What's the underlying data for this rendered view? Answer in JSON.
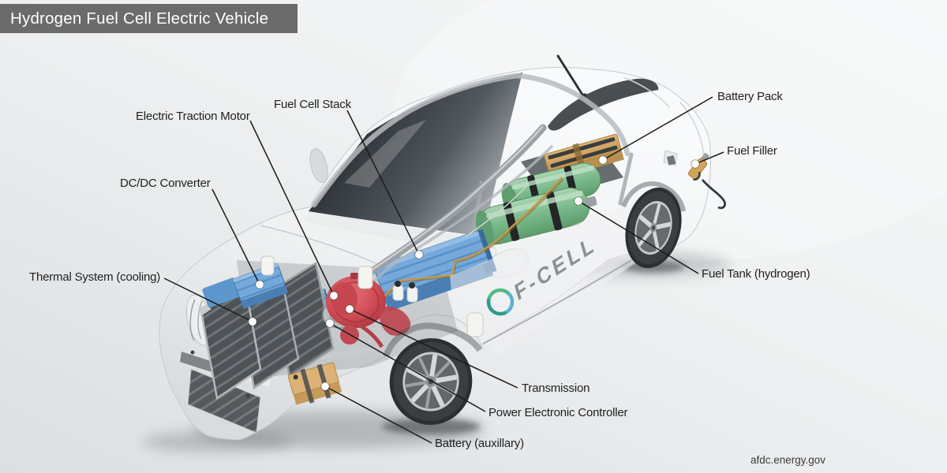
{
  "title": "Hydrogen Fuel Cell Electric Vehicle",
  "source": "afdc.energy.gov",
  "vehicle_badge": "F-CELL",
  "diagram": {
    "type": "labeled-cutaway-diagram",
    "subject": "Cutaway illustration of a hydrogen fuel cell electric car with callout labels",
    "labels": {
      "electric_traction_motor": "Electric Traction Motor",
      "fuel_cell_stack": "Fuel Cell Stack",
      "dc_dc_converter": "DC/DC Converter",
      "thermal_system": "Thermal System (cooling)",
      "battery_pack": "Battery Pack",
      "fuel_filler": "Fuel Filler",
      "fuel_tank": "Fuel Tank (hydrogen)",
      "transmission": "Transmission",
      "power_electronic_controller": "Power Electronic Controller",
      "battery_auxiliary": "Battery (auxillary)"
    }
  },
  "colors": {
    "title_bar_bg": "#6b6b6b",
    "title_text": "#ffffff",
    "label_text": "#1f1f1f",
    "leader_line": "#1b1b1b",
    "fuel_cell_stack_blue": "#74a9dc",
    "power_electronics_blue": "#6ca3d6",
    "motor_red": "#cf4b54",
    "hydrogen_tank_green": "#7cbb8d",
    "battery_pack_tan": "#d2a765",
    "auxiliary_battery_tan": "#dcb277",
    "thermal_system_gray": "#55595d",
    "wire_gold": "#c49a4c",
    "badge_gray": "#8a9094"
  }
}
